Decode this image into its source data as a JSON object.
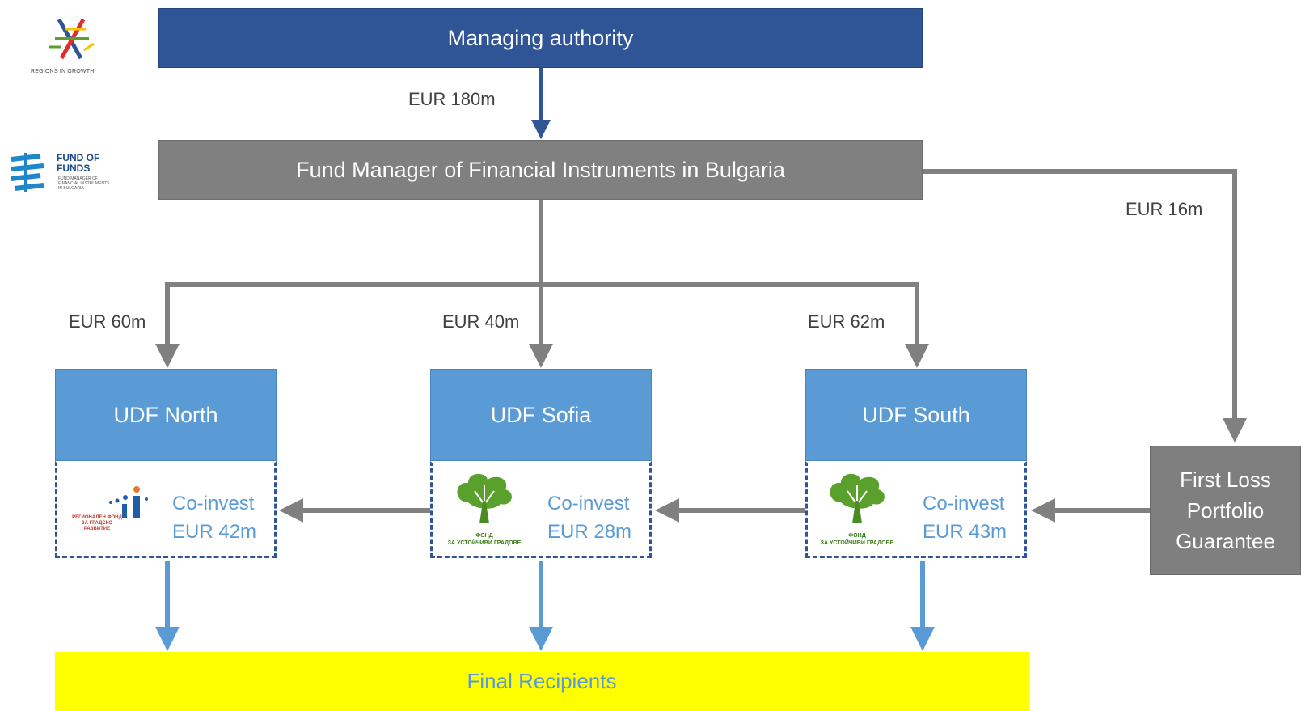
{
  "managing_authority": "Managing authority",
  "fund_manager": "Fund Manager of Financial Instruments in Bulgaria",
  "flows": {
    "ma_to_fm": "EUR 180m",
    "fm_to_flpg": "EUR 16m",
    "fm_to_north": "EUR 60m",
    "fm_to_sofia": "EUR 40m",
    "fm_to_south": "EUR 62m"
  },
  "udfs": [
    {
      "name": "UDF North",
      "coinvest_label": "Co-invest",
      "coinvest_amount": "EUR 42m"
    },
    {
      "name": "UDF Sofia",
      "coinvest_label": "Co-invest",
      "coinvest_amount": "EUR 28m"
    },
    {
      "name": "UDF South",
      "coinvest_label": "Co-invest",
      "coinvest_amount": "EUR 43m"
    }
  ],
  "first_loss": {
    "line1": "First Loss",
    "line2": "Portfolio",
    "line3": "Guarantee"
  },
  "final_recipients": "Final Recipients",
  "logos": {
    "regions_in_growth": "REGIONS IN GROWTH",
    "fof_title_1": "FUND OF",
    "fof_title_2": "FUNDS",
    "fof_sub_1": "FUND MANAGER OF",
    "fof_sub_2": "FINANCIAL INSTRUMENTS",
    "fof_sub_3": "IN BULGARIA",
    "north_fund": "РЕГИОНАЛЕН ФОНД ЗА ГРАДСКО РАЗВИТИЕ",
    "green_fund_1": "ФОНД",
    "green_fund_2": "ЗА УСТОЙЧИВИ ГРАДОВЕ"
  },
  "colors": {
    "navy": "#2f5597",
    "grey": "#808080",
    "blue": "#5b9bd5",
    "yellow": "#ffff00",
    "green": "#5aa02c"
  }
}
